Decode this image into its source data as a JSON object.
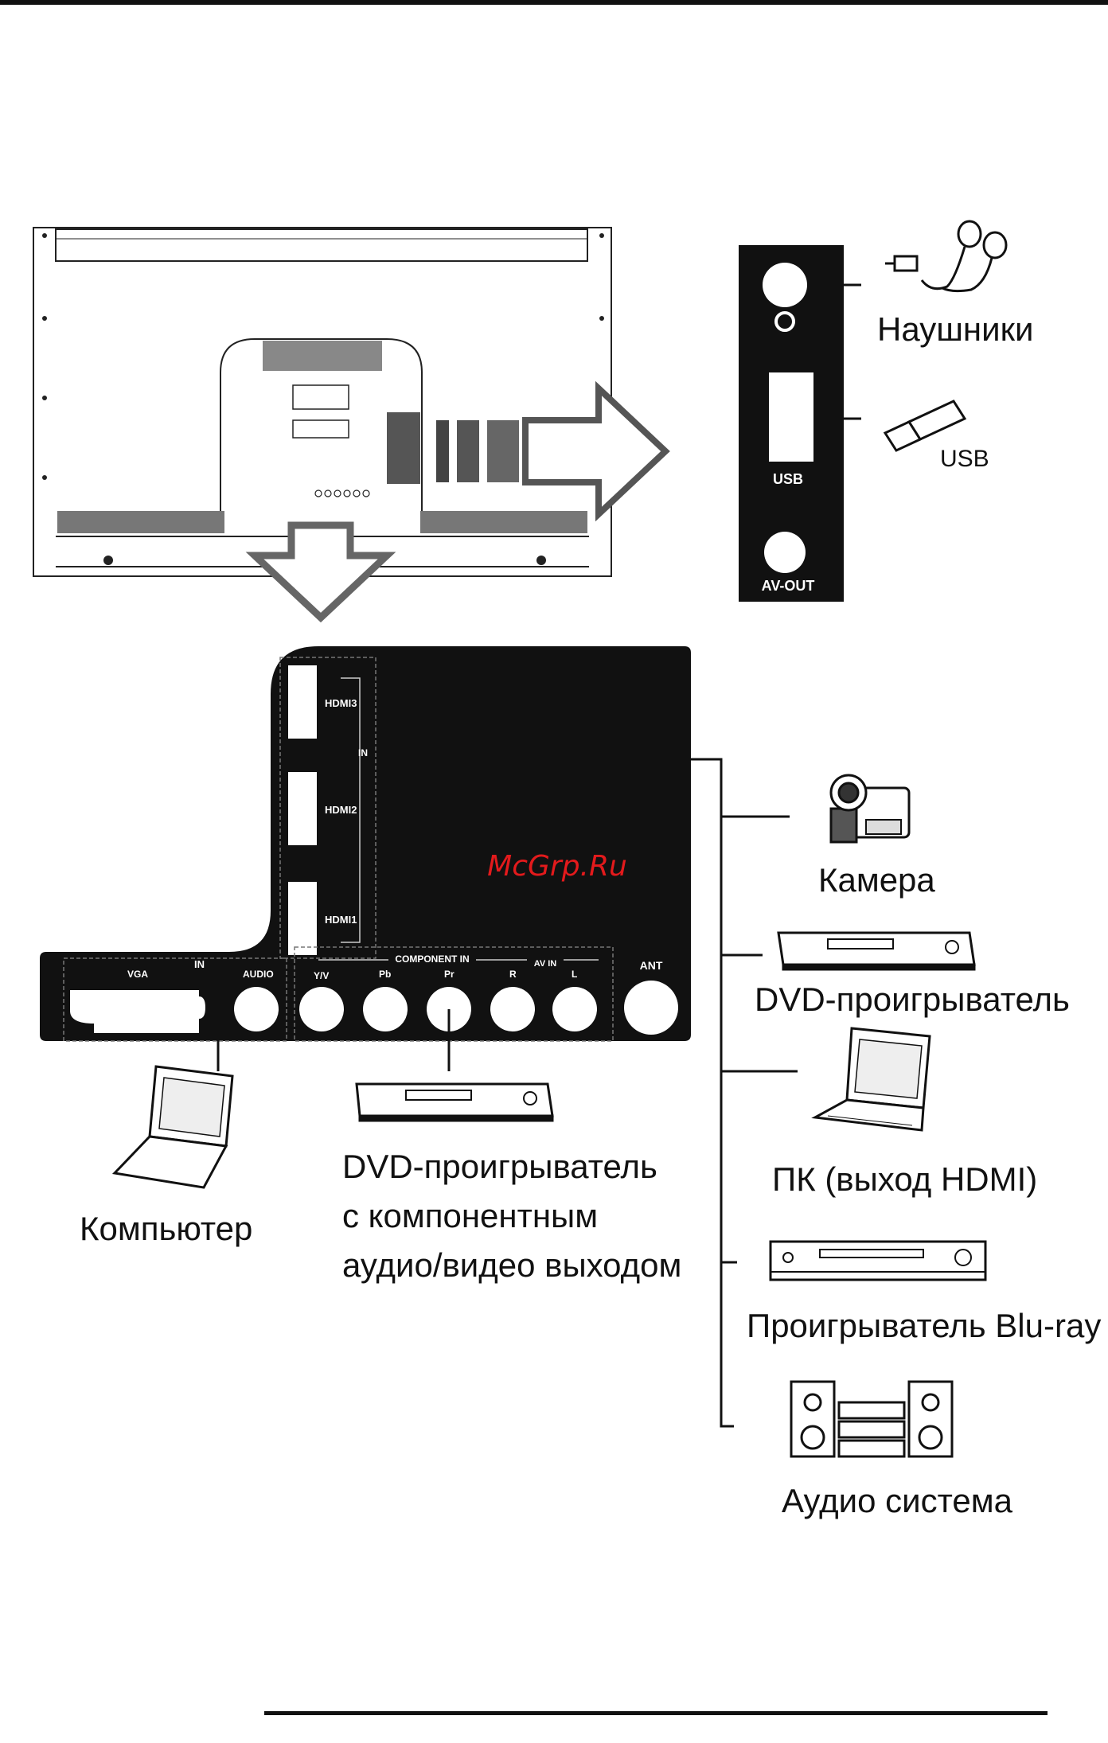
{
  "side_panel": {
    "ports": [
      "USB",
      "AV-OUT"
    ],
    "labels": {
      "headphones": "Наушники",
      "usb": "USB"
    }
  },
  "main_panel": {
    "ports": {
      "hdmi3": "HDMI3",
      "hdmi2": "HDMI2",
      "hdmi1": "HDMI1",
      "in": "IN",
      "vga_in": "IN",
      "vga": "VGA",
      "audio": "AUDIO",
      "component_in": "COMPONENT IN",
      "av_in": "AV IN",
      "yv": "Y/V",
      "pb": "Pb",
      "pr": "Pr",
      "r": "R",
      "l": "L",
      "ant": "ANT"
    }
  },
  "watermark": "McGrp.Ru",
  "devices": {
    "camera": "Камера",
    "dvd": "DVD-проигрыватель",
    "pc_hdmi": "ПК (выход HDMI)",
    "bluray": "Проигрыватель Blu-ray",
    "audio": "Аудио система",
    "computer": "Компьютер",
    "dvd_component": [
      "DVD-проигрыватель",
      "с компонентным",
      "аудио/видео выходом"
    ]
  }
}
